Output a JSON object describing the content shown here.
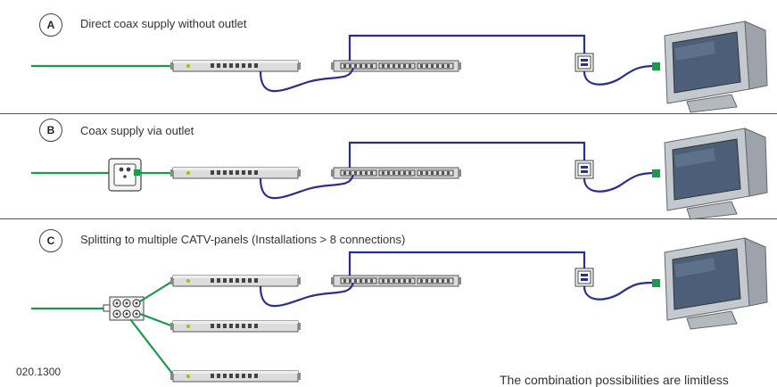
{
  "sections": [
    {
      "letter": "A",
      "caption": "Direct coax supply without outlet"
    },
    {
      "letter": "B",
      "caption": "Coax supply via outlet"
    },
    {
      "letter": "C",
      "caption": "Splitting to multiple CATV-panels (Installations > 8 connections)"
    }
  ],
  "footer": {
    "code": "020.1300",
    "note": "The combination possibilities are limitless"
  },
  "colors": {
    "coax_green": "#1a9a4a",
    "patch_blue": "#2a2f8c",
    "device_gray": "#d8d8d8",
    "tv_shell": "#c8ccd2",
    "tv_screen": "#4d5f78"
  }
}
